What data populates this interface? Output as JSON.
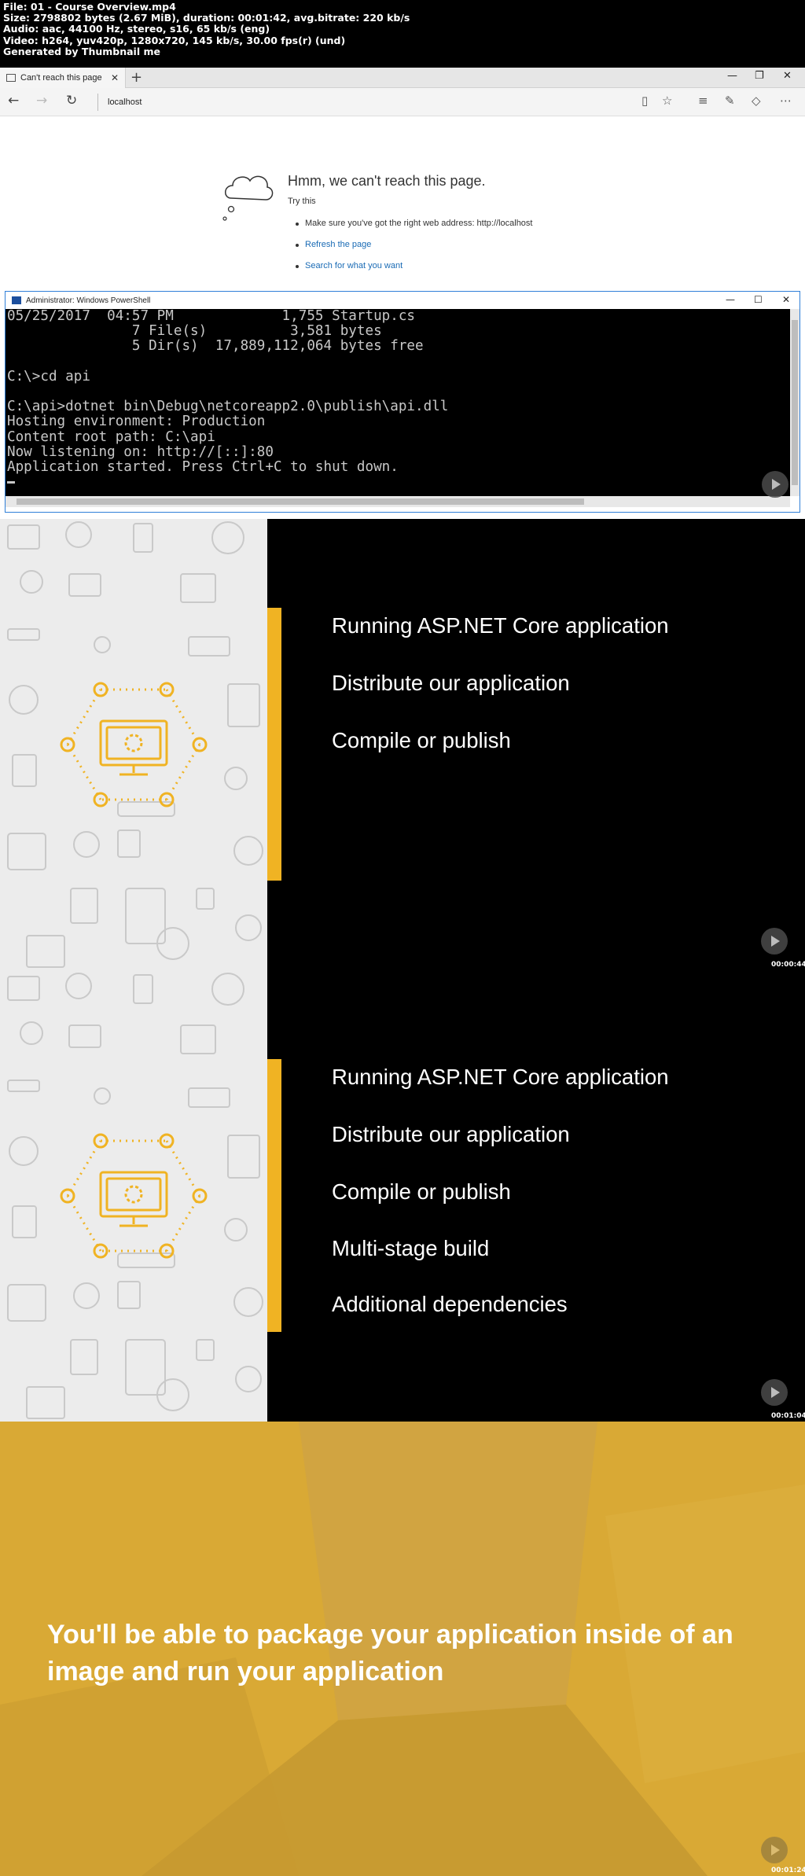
{
  "meta": {
    "file": "File: 01 - Course Overview.mp4",
    "size": "Size: 2798802 bytes (2.67 MiB), duration: 00:01:42, avg.bitrate: 220 kb/s",
    "audio": "Audio: aac, 44100 Hz, stereo, s16, 65 kb/s (eng)",
    "video": "Video: h264, yuv420p, 1280x720, 145 kb/s, 30.00 fps(r) (und)",
    "generated": "Generated by Thumbnail me"
  },
  "browser": {
    "tab_title": "Can't reach this page",
    "tab_close": "✕",
    "new_tab": "+",
    "address": "localhost",
    "window_controls": [
      "—",
      "❐",
      "✕"
    ],
    "error": {
      "title": "Hmm, we can't reach this page.",
      "try_this": "Try this",
      "items": [
        {
          "text": "Make sure you've got the right web address: http://localhost",
          "kind": "plain"
        },
        {
          "text": "Refresh the page",
          "kind": "link"
        },
        {
          "text": "Search for what you want",
          "kind": "link"
        }
      ]
    }
  },
  "powershell": {
    "title": "Administrator: Windows PowerShell",
    "window_controls": [
      "—",
      "☐",
      "✕"
    ],
    "lines": [
      "05/25/2017  04:57 PM             1,755 Startup.cs",
      "               7 File(s)          3,581 bytes",
      "               5 Dir(s)  17,889,112,064 bytes free",
      "",
      "C:\\>cd api",
      "",
      "C:\\api>dotnet bin\\Debug\\netcoreapp2.0\\publish\\api.dll",
      "Hosting environment: Production",
      "Content root path: C:\\api",
      "Now listening on: http://[::]:80",
      "Application started. Press Ctrl+C to shut down."
    ]
  },
  "slide1": {
    "bullets": [
      "Running ASP.NET Core application",
      "Distribute our application",
      "Compile or publish"
    ],
    "timestamp": "00:00:44"
  },
  "slide2": {
    "bullets": [
      "Running ASP.NET Core application",
      "Distribute our application",
      "Compile or publish",
      "Multi-stage build",
      "Additional dependencies"
    ],
    "timestamp": "00:01:04"
  },
  "slide3": {
    "text": "You'll be able to package your application inside of an image and run your application",
    "timestamp": "00:01:24"
  },
  "colors": {
    "accent_yellow": "#f0b323",
    "slide_bg": "#000000",
    "final_bg": "#d9a935",
    "link_blue": "#1a6bb5",
    "ps_border": "#2f7fd8"
  }
}
